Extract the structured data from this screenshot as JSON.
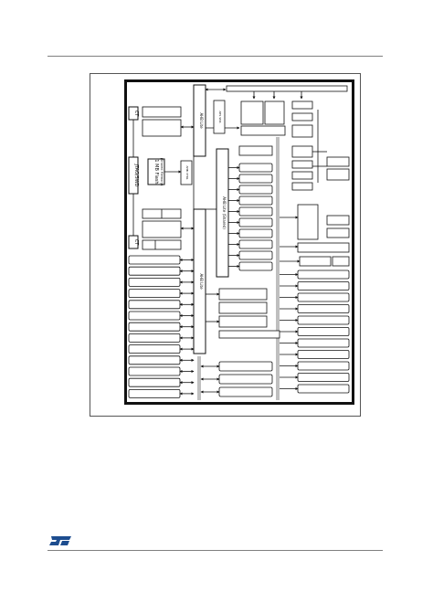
{
  "diagram": {
    "labels": {
      "ct_top": "CT",
      "jtag_swd": "JTAG/SWD",
      "ct_bottom": "CT",
      "flash_title": "1 MB Flash",
      "flash_sub": "(Shared Memory)",
      "ahb_lite_top": "AHB Lite",
      "ahb_lite_mid": "AHB Lite (Shared)",
      "ahb_lite_bottom": "AHB Lite",
      "crypto": "AES\nTRNG\nSHA",
      "mem_ctrl": "AHB\nBRIDGE\nCTRL"
    },
    "colors": {
      "line": "#111111",
      "box": "#ffffff",
      "bus": "#bfbfbf"
    }
  }
}
